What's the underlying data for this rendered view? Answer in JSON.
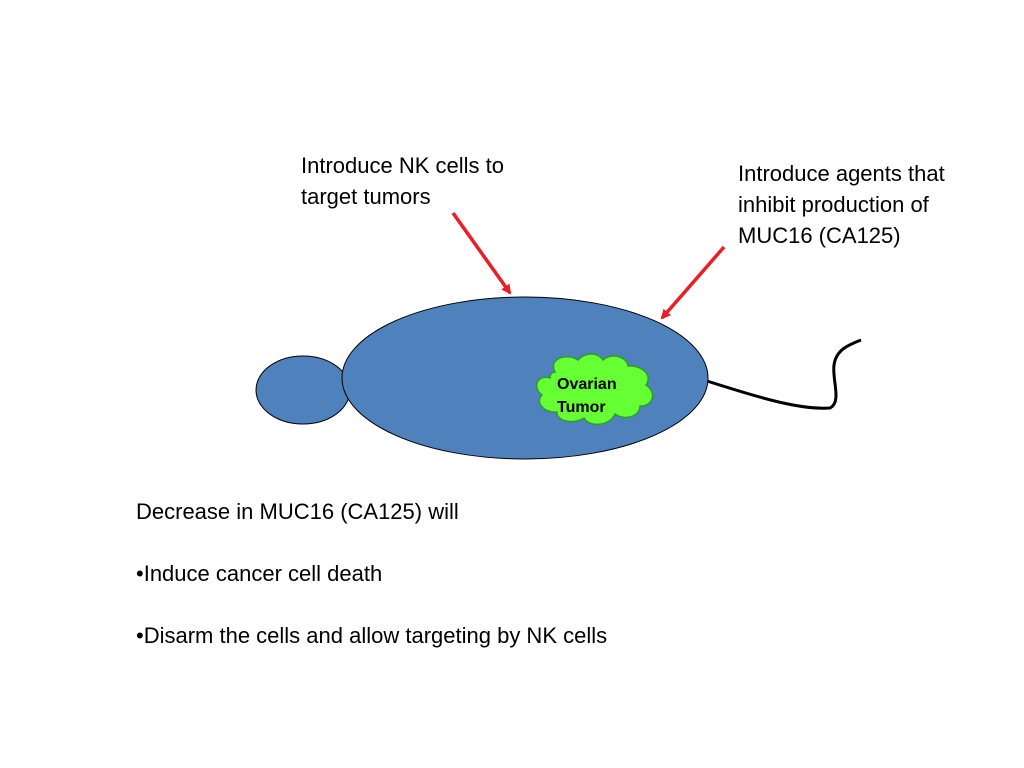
{
  "callouts": {
    "nk_cells": "Introduce NK cells to target tumors",
    "inhibit_agents": "Introduce agents that inhibit production of MUC16 (CA125)"
  },
  "tumor": {
    "label": "Ovarian\nTumor"
  },
  "notes": {
    "heading": "Decrease in MUC16 (CA125) will",
    "bullets": [
      "•Induce cancer cell death",
      "•Disarm the cells and allow targeting by NK cells"
    ]
  },
  "colors": {
    "cell_fill": "#4f81bd",
    "tumor_fill": "#66ff33",
    "arrow": "#ee1c25",
    "outline": "#000000"
  }
}
